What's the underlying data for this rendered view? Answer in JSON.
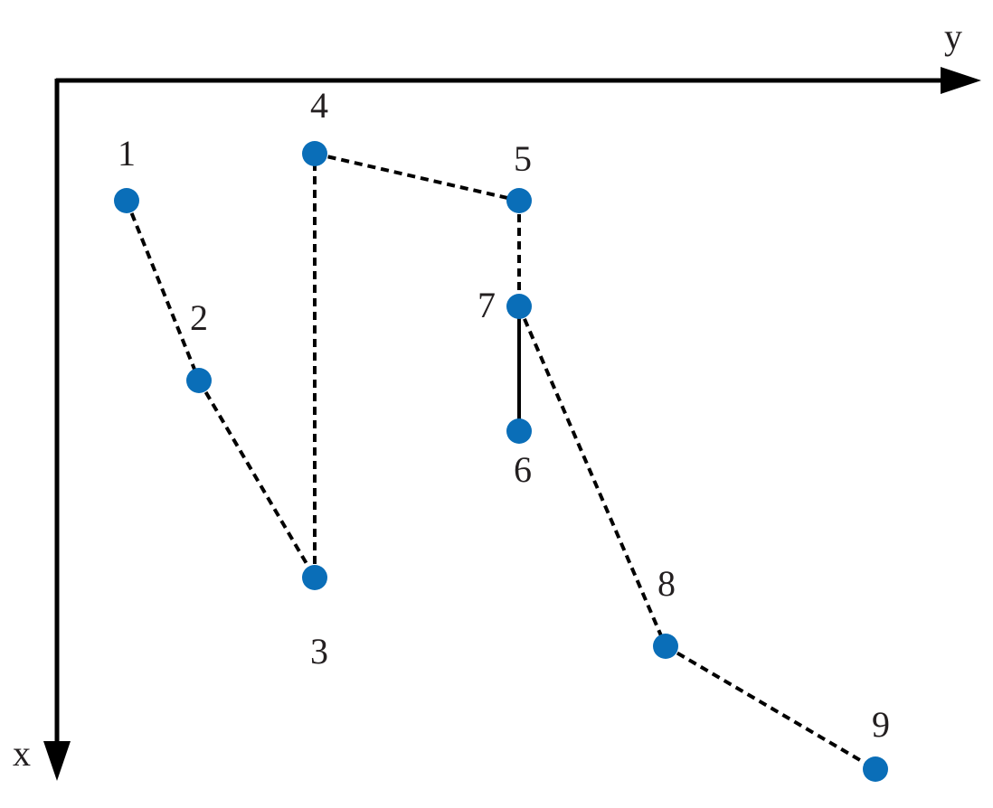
{
  "axes": {
    "x_label": "x",
    "y_label": "y"
  },
  "colors": {
    "node": "#0a6eb8",
    "line": "#000000",
    "text": "#231f20"
  },
  "nodes": [
    {
      "id": "1",
      "label": "1"
    },
    {
      "id": "2",
      "label": "2"
    },
    {
      "id": "3",
      "label": "3"
    },
    {
      "id": "4",
      "label": "4"
    },
    {
      "id": "5",
      "label": "5"
    },
    {
      "id": "6",
      "label": "6"
    },
    {
      "id": "7",
      "label": "7"
    },
    {
      "id": "8",
      "label": "8"
    },
    {
      "id": "9",
      "label": "9"
    }
  ],
  "edges": [
    {
      "from": "1",
      "to": "2",
      "style": "dashed"
    },
    {
      "from": "2",
      "to": "3",
      "style": "dashed"
    },
    {
      "from": "3",
      "to": "4",
      "style": "dashed"
    },
    {
      "from": "4",
      "to": "5",
      "style": "dashed"
    },
    {
      "from": "5",
      "to": "7",
      "style": "dashed"
    },
    {
      "from": "7",
      "to": "6",
      "style": "solid"
    },
    {
      "from": "7",
      "to": "8",
      "style": "dashed"
    },
    {
      "from": "8",
      "to": "9",
      "style": "dashed"
    }
  ]
}
